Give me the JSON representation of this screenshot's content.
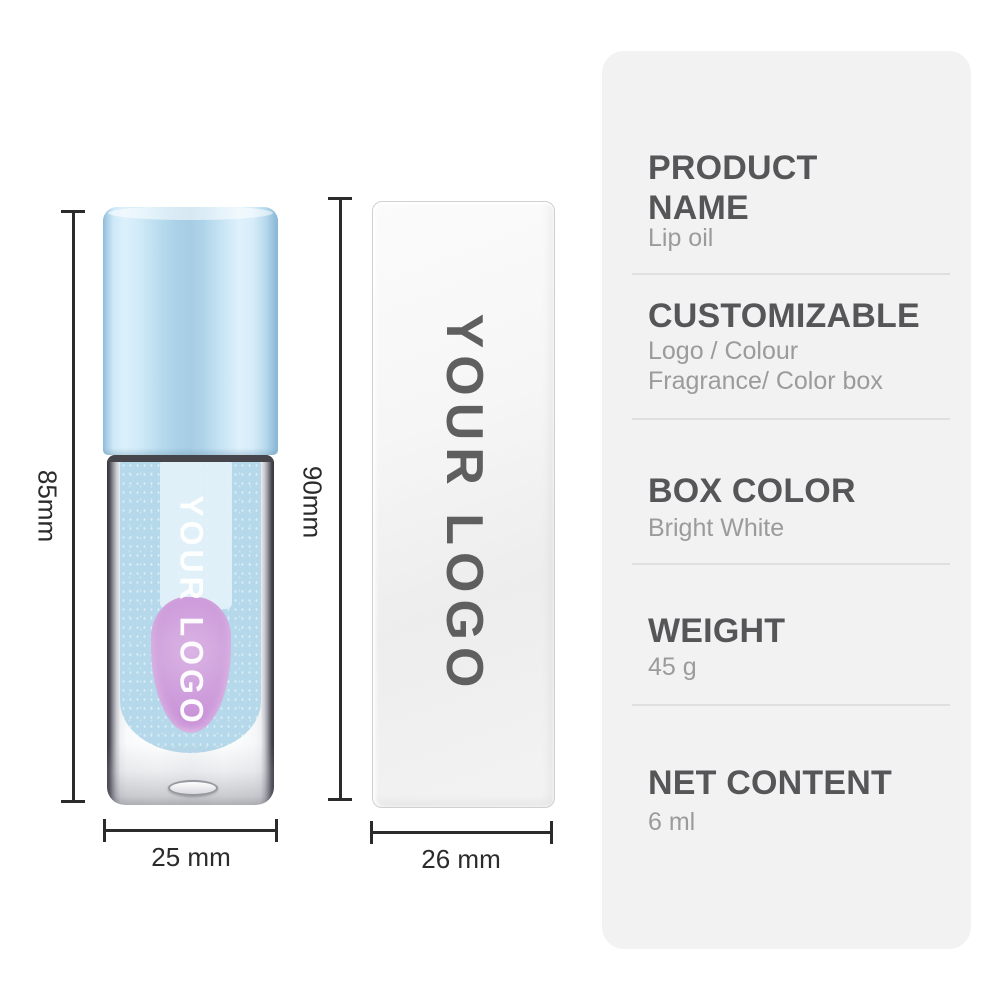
{
  "product": {
    "bottle_logo": "YOUR LOGO",
    "box_logo": "YOUR LOGO"
  },
  "dimensions": {
    "bottle_height": "85mm",
    "box_height": "90mm",
    "bottle_diameter": "25 mm",
    "box_width": "26 mm"
  },
  "spec_panel": {
    "sections": [
      {
        "title": "PRODUCT NAME",
        "value": "Lip oil"
      },
      {
        "title": "CUSTOMIZABLE",
        "value": "Logo / Colour\nFragrance/ Color box"
      },
      {
        "title": "BOX COLOR",
        "value": "Bright White"
      },
      {
        "title": "WEIGHT",
        "value": "45 g"
      },
      {
        "title": "NET CONTENT",
        "value": "6 ml"
      }
    ]
  },
  "colors": {
    "cap_blue": "#aed3ea",
    "liquid_blue": "#b5d9ea",
    "applicator_purple": "#cf9fdc",
    "glass_dark": "#35343b",
    "box_face": "#f2f2f2",
    "box_logo_gray": "#5f5f5f",
    "bottle_logo_white": "#ffffff",
    "panel_bg": "#f2f2f2",
    "heading_gray": "#565659",
    "subtext_gray": "#9b9b9b",
    "divider_gray": "#dfdfdf",
    "dimension_line": "#2b2b2b"
  }
}
